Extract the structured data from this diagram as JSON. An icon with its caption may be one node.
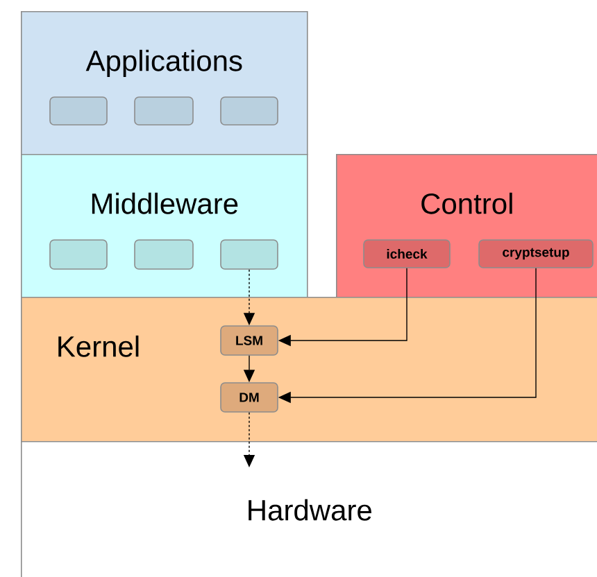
{
  "diagram": {
    "nodes": [
      {
        "text": [
          "Applications"
        ]
      },
      {
        "text": [],
        "shape": "box",
        "in": 0
      },
      {
        "text": [],
        "shape": "box",
        "in": 0
      },
      {
        "text": [],
        "shape": "box",
        "in": 0
      },
      {
        "text": [
          "Middleware"
        ]
      },
      {
        "text": [],
        "shape": "box",
        "in": 4
      },
      {
        "text": [],
        "shape": "box",
        "in": 4
      },
      {
        "text": [],
        "shape": "box",
        "in": 4
      },
      {
        "text": [
          "Control"
        ]
      },
      {
        "text": [
          "icheck"
        ],
        "in": 8
      },
      {
        "text": [
          "cryptsetup"
        ],
        "in": 8
      },
      {
        "text": [
          "Kernel"
        ]
      },
      {
        "text": [
          "LSM"
        ],
        "in": 11
      },
      {
        "text": [
          "DM"
        ],
        "in": 11
      },
      {
        "text": [
          "Hardware"
        ]
      }
    ],
    "edges": [
      {
        "from": 7,
        "to": 12,
        "arrow": "to",
        "style": "dashed"
      },
      {
        "from": 9,
        "to": 12,
        "arrow": "to"
      },
      {
        "from": 12,
        "to": 13,
        "arrow": "to"
      },
      {
        "from": 10,
        "to": 13,
        "arrow": "to"
      },
      {
        "from": 13,
        "to": 14,
        "arrow": "to",
        "style": "dashed"
      }
    ]
  }
}
